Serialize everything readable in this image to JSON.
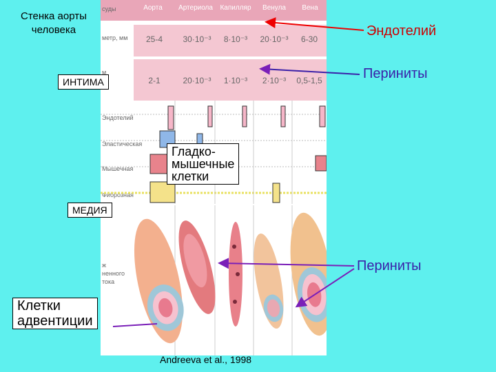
{
  "title_aorta": [
    "Стенка аорты",
    "человека"
  ],
  "labels": {
    "endothelium": "Эндотелий",
    "pericytes_top": "Периниты",
    "pericytes_bottom": "Периниты",
    "intima": "ИНТИМА",
    "media": "МЕДИЯ",
    "smooth_muscle": [
      "Гладко-",
      "мышечные",
      "клетки"
    ],
    "adventitia": [
      "Клетки",
      "адвентиции"
    ],
    "citation": "Andreeva et al., 1998"
  },
  "figure": {
    "row_labels": {
      "header": "суды",
      "diameter": "метр, мм",
      "wall": "м",
      "endothelium": "Эндотелий",
      "elastic": "Эластическая",
      "muscle": "Мышечная",
      "fibrous": "Фиброзная",
      "adventitia_side": [
        "ж",
        "ненного",
        "тока"
      ]
    },
    "columns": [
      "Аорта",
      "Артериола",
      "Капилляр",
      "Венула",
      "Вена"
    ],
    "diameter_row": [
      "25-4",
      "30·10⁻³",
      "8·10⁻³",
      "20·10⁻³",
      "6-30"
    ],
    "wall_row": [
      "2-1",
      "20·10⁻³",
      "1·10⁻³",
      "2·10⁻³",
      "0,5-1,5"
    ]
  },
  "colors": {
    "background": "#5ef0ee",
    "endothelium_label": "#cc0000",
    "pericyte_label": "#3a1fa8",
    "arrow_red": "#ee0000",
    "arrow_purple": "#7a1fb8",
    "header_pink": "#e9a6b8",
    "row_pink": "#f4c7d2"
  }
}
